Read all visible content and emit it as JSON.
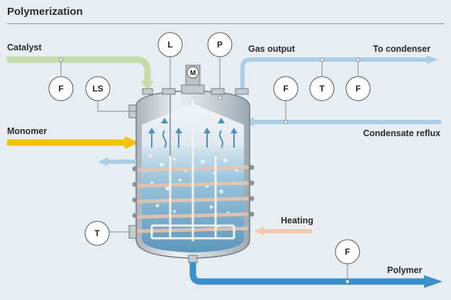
{
  "title": "Polymerization",
  "streams": {
    "catalyst": "Catalyst",
    "gas_output": "Gas output",
    "to_condenser": "To condenser",
    "monomer": "Monomer",
    "condensate_reflux": "Condensate reflux",
    "heating": "Heating",
    "polymer": "Polymer"
  },
  "instruments": {
    "catalyst_flow": "F",
    "level_switch": "LS",
    "level": "L",
    "pressure": "P",
    "motor": "M",
    "reflux_flow": "F",
    "gas_temperature": "T",
    "gas_flow": "F",
    "reactor_temperature": "T",
    "polymer_flow": "F"
  },
  "colors": {
    "catalyst_line": "#c5dca6",
    "gas_line": "#a9cfe8",
    "monomer_line": "#f2c300",
    "heating_line": "#f3c9ad",
    "polymer_line": "#3d8fca",
    "liquid": "#79b0cf",
    "vessel": "#cfd5da"
  }
}
